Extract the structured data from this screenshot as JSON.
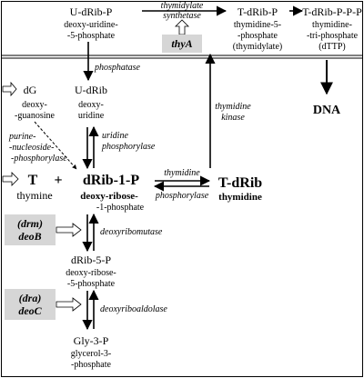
{
  "top_row": {
    "udribp": {
      "name": "U-dRib-P",
      "line1": "deoxy-uridine-",
      "line2": "-5-phosphate"
    },
    "synthetase": {
      "line1": "thymidylate",
      "line2": "synthetase"
    },
    "thyA": "thyA",
    "tdribp": {
      "name": "T-dRib-P",
      "line1": "thymidine-5-",
      "line2": "-phosphate",
      "line3": "(thymidylate)"
    },
    "tdribppp": {
      "name": "T-dRib-P-P-P",
      "line1": "thymidine-",
      "line2": "-tri-phosphate",
      "line3": "(dTTP)"
    }
  },
  "labels": {
    "phosphatase": "phosphatase",
    "thymidine_kinase_1": "thymidine",
    "thymidine_kinase_2": "kinase",
    "dna": "DNA",
    "uridine_phos_1": "uridine",
    "uridine_phos_2": "phosphorylase",
    "pnp_1": "purine-",
    "pnp_2": "-nucleoside-",
    "pnp_3": "-phosphorylase",
    "thymidine_phos_1": "thymidine",
    "thymidine_phos_2": "phosphorylase",
    "deoxyribomutase": "deoxyribomutase",
    "deoxyriboaldolase": "deoxyriboaldolase"
  },
  "compounds": {
    "dG": {
      "name": "dG",
      "line1": "deoxy-",
      "line2": "-guanosine"
    },
    "udrib": {
      "name": "U-dRib",
      "line1": "deoxy-",
      "line2": "uridine"
    },
    "T": {
      "name": "T",
      "plus": "+",
      "line1": "thymine"
    },
    "drib1p": {
      "name": "dRib-1-P",
      "line1": "deoxy-ribose-",
      "line2": "-1-phosphate"
    },
    "tdrib": {
      "name": "T-dRib",
      "line1": "thymidine"
    },
    "drib5p": {
      "name": "dRib-5-P",
      "line1": "deoxy-ribose-",
      "line2": "-5-phosphate"
    },
    "gly3p": {
      "name": "Gly-3-P",
      "line1": "glycerol-3-",
      "line2": "-phosphate"
    }
  },
  "genes": {
    "drm": {
      "line1": "(drm)",
      "line2": "deoB"
    },
    "dra": {
      "line1": "(dra)",
      "line2": "deoC"
    }
  },
  "colors": {
    "gene_box": "#d6d6d6",
    "line": "#000000",
    "hollow_arrow": "#ffffff"
  }
}
